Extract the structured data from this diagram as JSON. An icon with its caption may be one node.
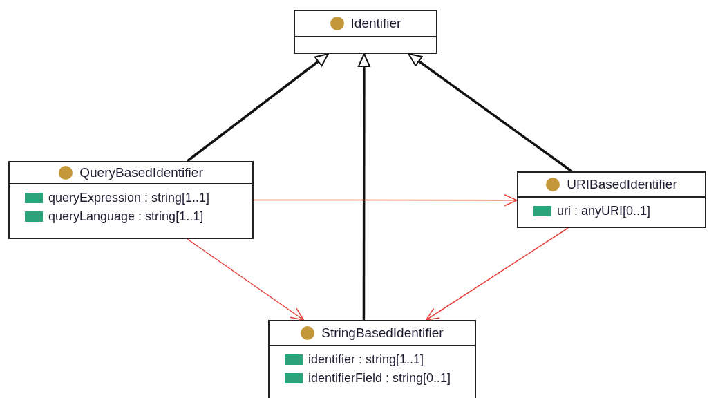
{
  "diagram": {
    "nodes": [
      {
        "text": [
          "Identifier"
        ]
      },
      {
        "text": [
          "QueryBasedIdentifier",
          "queryExpression : string[1..1]",
          "queryLanguage : string[1..1]"
        ]
      },
      {
        "text": [
          "URIBasedIdentifier",
          "uri : anyURI[0..1]"
        ]
      },
      {
        "text": [
          "StringBasedIdentifier",
          "identifier : string[1..1]",
          "identifierField : string[0..1]"
        ]
      }
    ],
    "edges": [
      {
        "from": 1,
        "to": 0,
        "arrow": "to",
        "style": "thick"
      },
      {
        "from": 3,
        "to": 0,
        "arrow": "to",
        "style": "thick"
      },
      {
        "from": 2,
        "to": 0,
        "arrow": "to",
        "style": "thick"
      },
      {
        "from": 1,
        "to": 2,
        "arrow": "to",
        "color": "#e8403a"
      },
      {
        "from": 1,
        "to": 3,
        "arrow": "to",
        "color": "#e8403a"
      },
      {
        "from": 2,
        "to": 3,
        "arrow": "to",
        "color": "#e8403a"
      }
    ]
  }
}
